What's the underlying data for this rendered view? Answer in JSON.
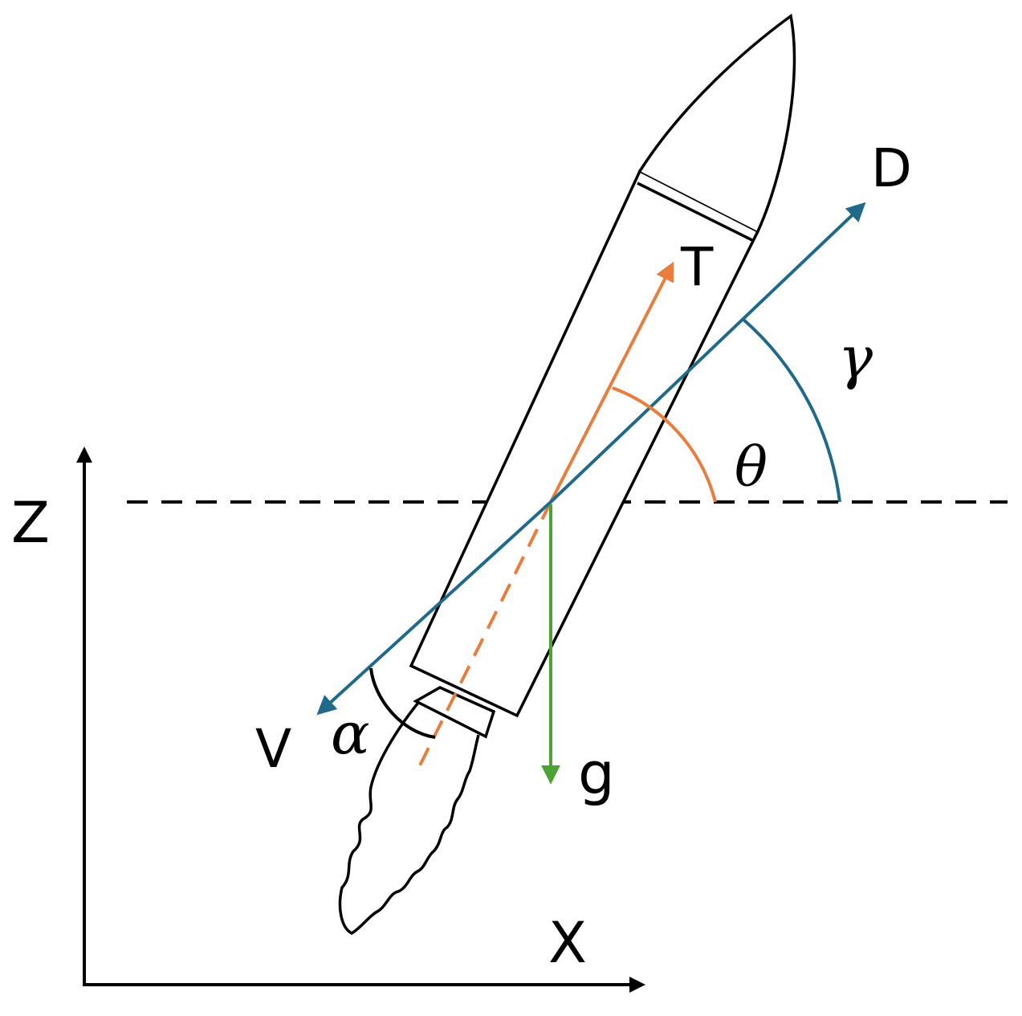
{
  "labels": {
    "drag": "D",
    "thrust": "T",
    "flight_path_angle": "γ",
    "pitch_angle": "θ",
    "z_axis": "Z",
    "x_axis": "X",
    "velocity": "V",
    "angle_of_attack": "α",
    "gravity": "g"
  },
  "colors": {
    "thrust": "#e87d3e",
    "velocity_drag": "#1f6a8a",
    "gravity": "#4ba334",
    "outline": "#000000",
    "reference_line": "#000000"
  }
}
